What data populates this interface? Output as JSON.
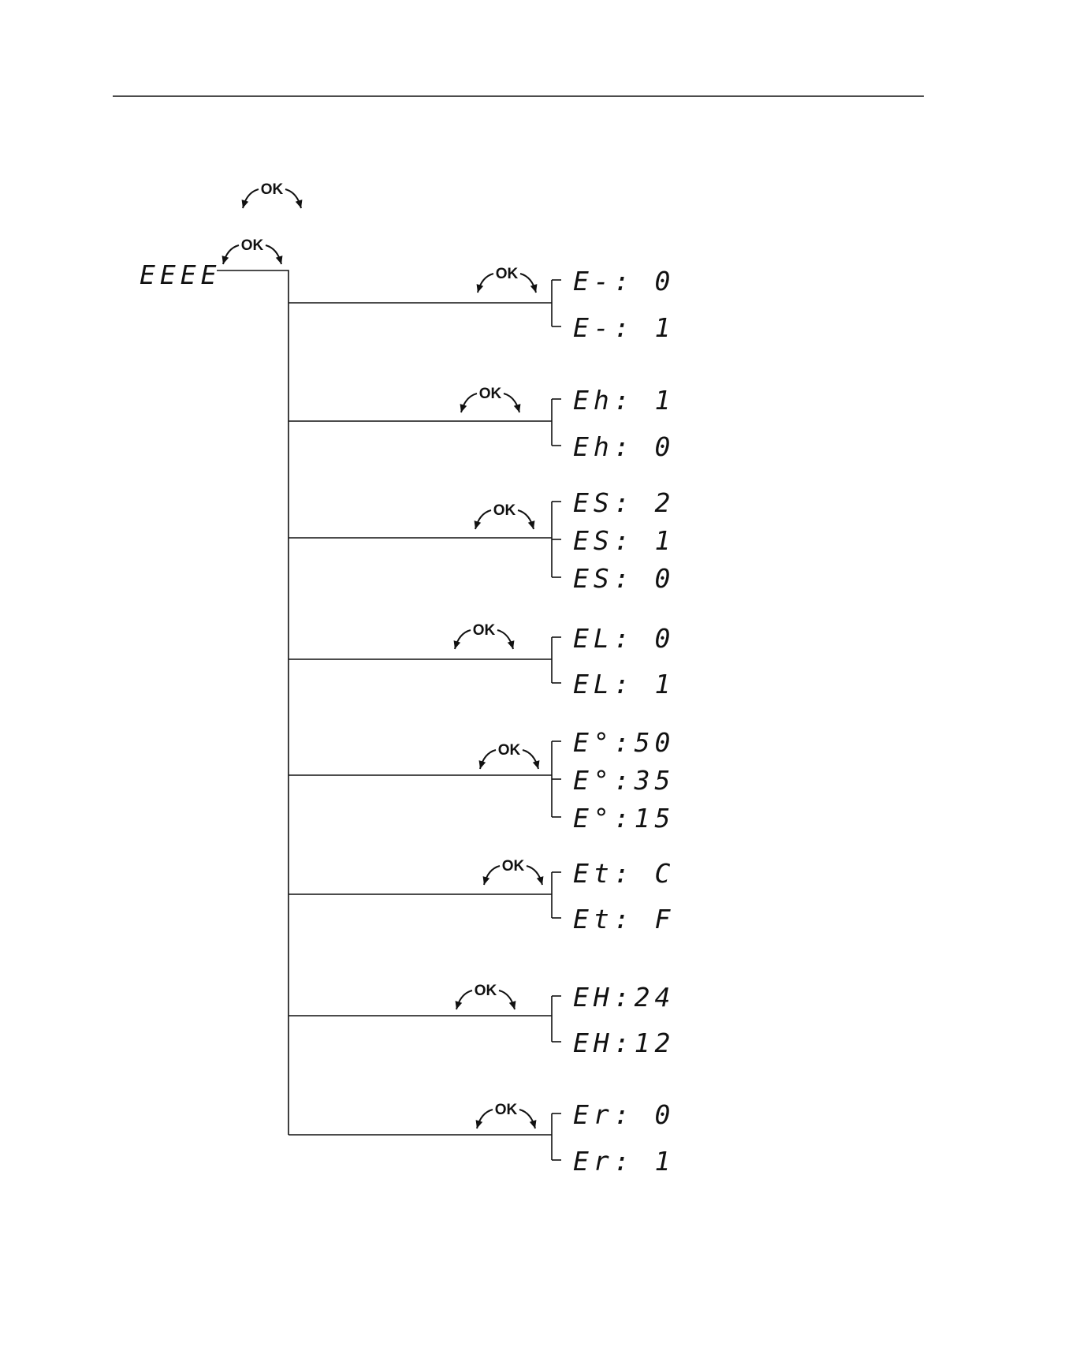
{
  "ok_label": "OK",
  "root": {
    "display": "EEEE"
  },
  "branches": [
    {
      "options": [
        "E-: 0",
        "E-: 1"
      ]
    },
    {
      "options": [
        "Eh: 1",
        "Eh: 0"
      ]
    },
    {
      "options": [
        "ES: 2",
        "ES: 1",
        "ES: 0"
      ]
    },
    {
      "options": [
        "EL: 0",
        "EL: 1"
      ]
    },
    {
      "options": [
        "E°:50",
        "E°:35",
        "E°:15"
      ]
    },
    {
      "options": [
        "Et: C",
        "Et: F"
      ]
    },
    {
      "options": [
        "EH:24",
        "EH:12"
      ]
    },
    {
      "options": [
        "Er: 0",
        "Er: 1"
      ]
    }
  ]
}
